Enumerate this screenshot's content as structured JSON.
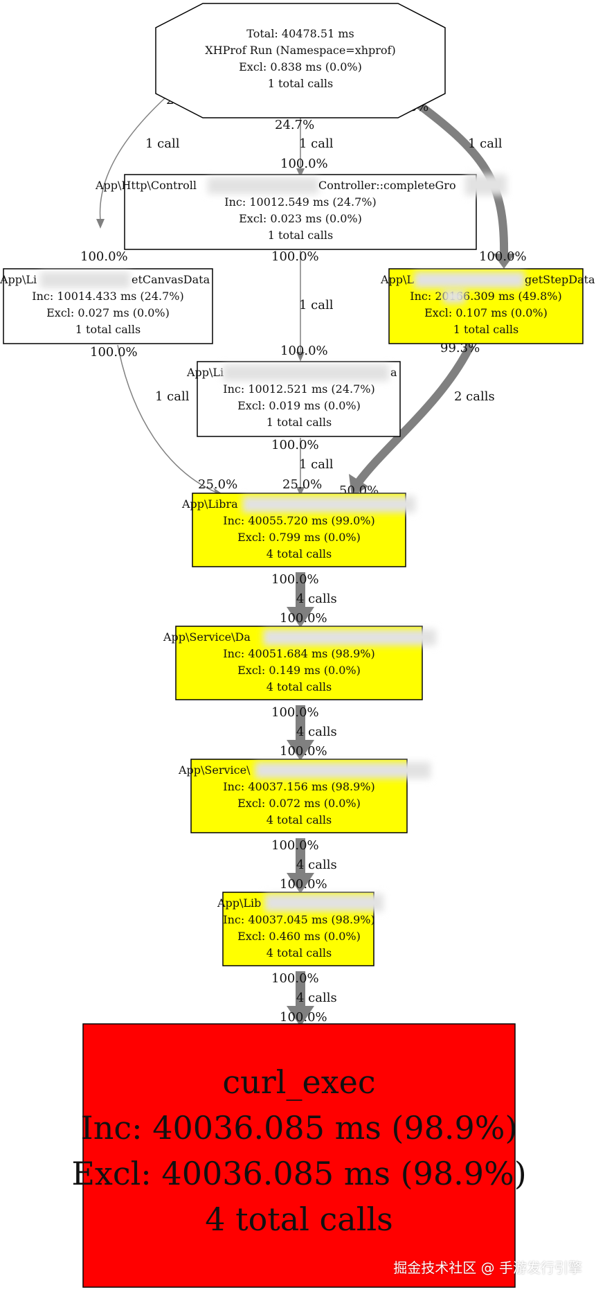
{
  "colors": {
    "highlight": "#ffff00",
    "hot": "#ff0000",
    "edge": "#808080",
    "border": "#000000"
  },
  "nodes": {
    "root": {
      "lines": [
        "Total: 40478.51 ms",
        "XHProf Run (Namespace=xhprof)",
        "Excl: 0.838 ms (0.0%)",
        "1 total calls"
      ]
    },
    "controller": {
      "lines": [
        "App\\Http\\Controll",
        "Controller::completeGro",
        "Inc: 10012.549 ms (24.7%)",
        "Excl: 0.023 ms (0.0%)",
        "1 total calls"
      ]
    },
    "canvas": {
      "lines": [
        "App\\Li",
        "etCanvasData",
        "Inc: 10014.433 ms (24.7%)",
        "Excl: 0.027 ms (0.0%)",
        "1 total calls"
      ]
    },
    "step": {
      "lines": [
        "App\\L",
        "getStepData",
        "Inc: 20166.309 ms (49.8%)",
        "Excl: 0.107 ms (0.0%)",
        "1 total calls"
      ]
    },
    "mid": {
      "lines": [
        "App\\Li",
        "a",
        "Inc: 10012.521 ms (24.7%)",
        "Excl: 0.019 ms (0.0%)",
        "1 total calls"
      ]
    },
    "lib1": {
      "lines": [
        "App\\Libra",
        "Inc: 40055.720 ms (99.0%)",
        "Excl: 0.799 ms (0.0%)",
        "4 total calls"
      ]
    },
    "svc1": {
      "lines": [
        "App\\Service\\Da",
        "Inc: 40051.684 ms (98.9%)",
        "Excl: 0.149 ms (0.0%)",
        "4 total calls"
      ]
    },
    "svc2": {
      "lines": [
        "App\\Service\\",
        "Inc: 40037.156 ms (98.9%)",
        "Excl: 0.072 ms (0.0%)",
        "4 total calls"
      ]
    },
    "lib2": {
      "lines": [
        "App\\Lib",
        "Inc: 40037.045 ms (98.9%)",
        "Excl: 0.460 ms (0.0%)",
        "4 total calls"
      ]
    },
    "curl": {
      "lines": [
        "curl_exec",
        "Inc: 40036.085 ms (98.9%)",
        "Excl: 40036.085 ms (98.9%)",
        "4 total calls"
      ]
    }
  },
  "edges": {
    "e1": {
      "src_pct": "24.7%",
      "calls": "1 call",
      "dst_pct": "100.0%"
    },
    "e2": {
      "src_pct": "24.7%",
      "calls": "1 call",
      "dst_pct": "100.0%"
    },
    "e3": {
      "src_pct": "49.8%",
      "calls": "1 call",
      "dst_pct": "100.0%"
    },
    "e4": {
      "src_pct": "100.0%",
      "calls": "1 call",
      "dst_pct": "100.0%"
    },
    "e5": {
      "src_pct": "100.0%",
      "calls": "1 call",
      "dst_pct": "25.0%"
    },
    "e6": {
      "src_pct": "99.3%",
      "calls": "2 calls",
      "dst_pct": "50.0%"
    },
    "e7": {
      "src_pct": "100.0%",
      "calls": "1 call",
      "dst_pct": "25.0%"
    },
    "e8": {
      "src_pct": "100.0%",
      "calls": "4 calls",
      "dst_pct": "100.0%"
    },
    "e9": {
      "src_pct": "100.0%",
      "calls": "4 calls",
      "dst_pct": "100.0%"
    },
    "e10": {
      "src_pct": "100.0%",
      "calls": "4 calls",
      "dst_pct": "100.0%"
    },
    "e11": {
      "src_pct": "100.0%",
      "calls": "4 calls",
      "dst_pct": "100.0%"
    }
  },
  "watermark": "掘金技术社区 @ 手游发行引擎"
}
